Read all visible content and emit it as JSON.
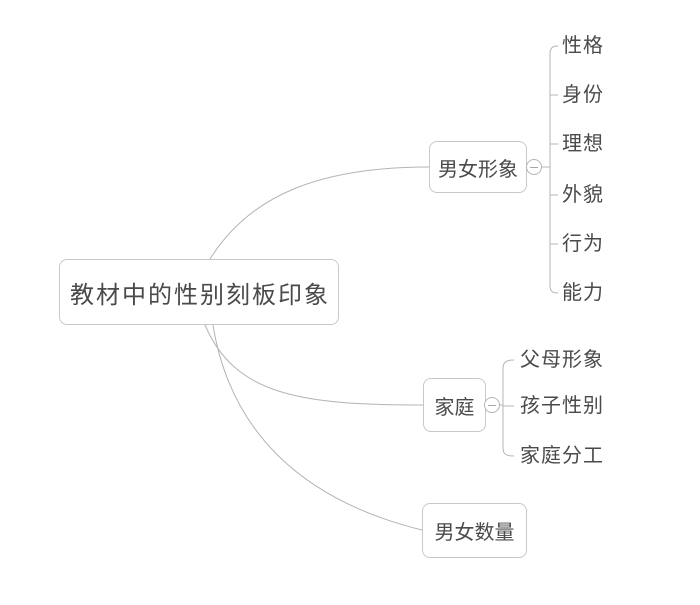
{
  "root": {
    "label": "教材中的性别刻板印象"
  },
  "branches": [
    {
      "label": "男女形象",
      "collapse_icon": "minus",
      "children": [
        "性格",
        "身份",
        "理想",
        "外貌",
        "行为",
        "能力"
      ]
    },
    {
      "label": "家庭",
      "collapse_icon": "minus",
      "children": [
        "父母形象",
        "孩子性别",
        "家庭分工"
      ]
    },
    {
      "label": "男女数量",
      "children": []
    }
  ],
  "colors": {
    "background": "#ffffff",
    "node_border": "#c8c8c8",
    "edge_line": "#b4b4b4",
    "text": "#4a4a4a"
  }
}
